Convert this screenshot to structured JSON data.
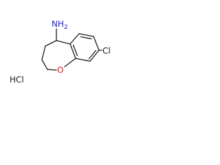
{
  "molecule": {
    "atoms": {
      "amine": "NH",
      "amine_subscript": "2",
      "oxygen": "O",
      "chlorine": "Cl",
      "salt": "HCl"
    }
  },
  "colors": {
    "bond": "#1a1a1a",
    "nitrogen": "#1f1fd0",
    "oxygen": "#e01010",
    "chlorine": "#1a1a1a",
    "salt": "#1a1a1a"
  }
}
